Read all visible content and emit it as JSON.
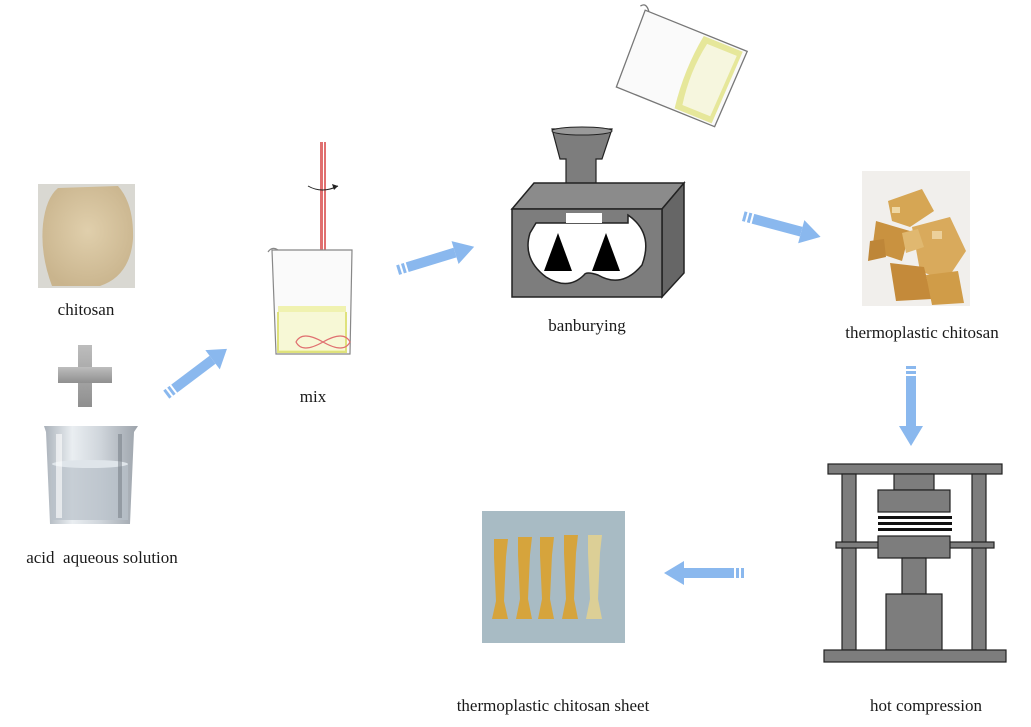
{
  "labels": {
    "chitosan": "chitosan",
    "acid": "acid  aqueous solution",
    "mix": "mix",
    "banburying": "banburying",
    "thermoplastic": "thermoplastic chitosan",
    "hot_compression": "hot compression",
    "sheet": "thermoplastic chitosan sheet"
  },
  "colors": {
    "arrow": "#8ab8ee",
    "plus": "#a8a8a8",
    "chitosan_powder": "#d8c6a2",
    "beaker_liquid": "#f0f2b0",
    "stirrer": "#e07070",
    "machine_gray": "#7d7d7d",
    "sample_yellow": "#d6a43c",
    "sheet_background": "#a8bbc4"
  }
}
